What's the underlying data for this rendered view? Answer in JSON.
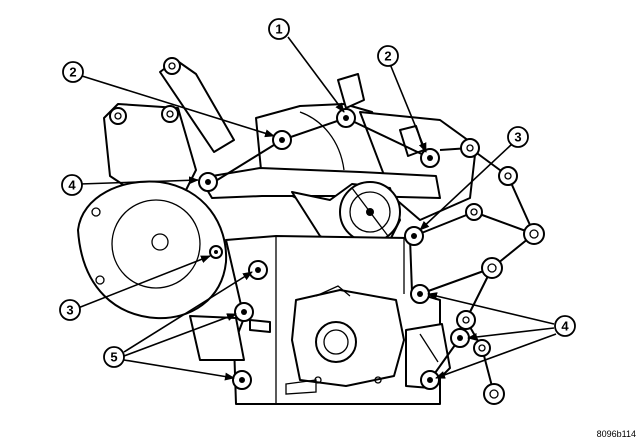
{
  "figure_code": "8096b114",
  "callouts": [
    {
      "label": "1"
    },
    {
      "label": "2"
    },
    {
      "label": "2"
    },
    {
      "label": "3"
    },
    {
      "label": "3"
    },
    {
      "label": "4"
    },
    {
      "label": "4"
    },
    {
      "label": "5"
    }
  ]
}
